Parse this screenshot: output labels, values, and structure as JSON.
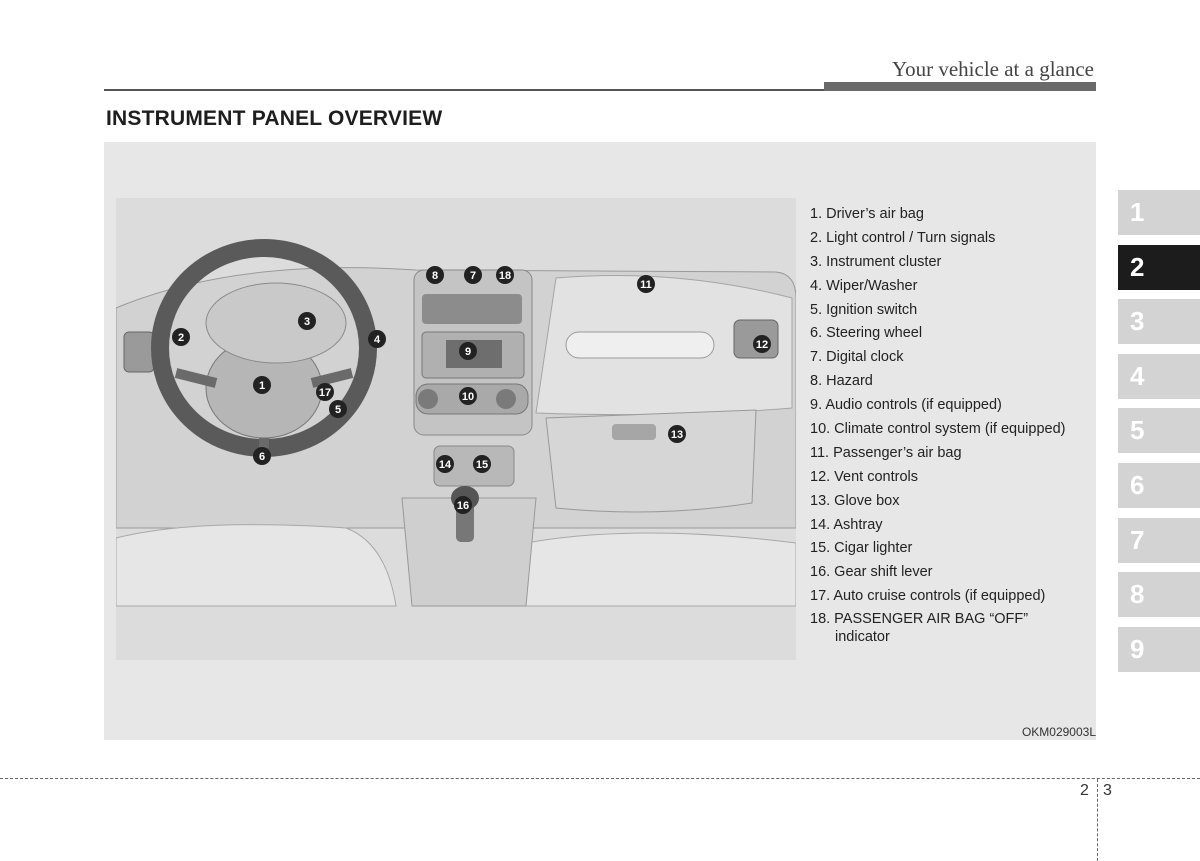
{
  "header": {
    "title": "Your vehicle at a glance"
  },
  "section": {
    "title": "INSTRUMENT PANEL OVERVIEW"
  },
  "legend": [
    "1. Driver’s air bag",
    "2. Light control / Turn signals",
    "3. Instrument cluster",
    "4. Wiper/Washer",
    "5. Ignition switch",
    "6. Steering wheel",
    "7. Digital clock",
    "8. Hazard",
    "9. Audio controls (if equipped)",
    "10. Climate control system (if equipped)",
    "11. Passenger’s air bag",
    "12. Vent controls",
    "13. Glove box",
    "14. Ashtray",
    "15. Cigar lighter",
    "16. Gear shift lever",
    "17. Auto cruise controls (if equipped)",
    "18. PASSENGER AIR BAG “OFF” indicator"
  ],
  "callouts": [
    "1",
    "2",
    "3",
    "4",
    "5",
    "6",
    "7",
    "8",
    "9",
    "10",
    "11",
    "12",
    "13",
    "14",
    "15",
    "16",
    "17",
    "18"
  ],
  "figure_code": "OKM029003L",
  "chapter_tabs": [
    "1",
    "2",
    "3",
    "4",
    "5",
    "6",
    "7",
    "8",
    "9"
  ],
  "active_tab": "2",
  "page": {
    "chapter": "2",
    "page": "3"
  }
}
